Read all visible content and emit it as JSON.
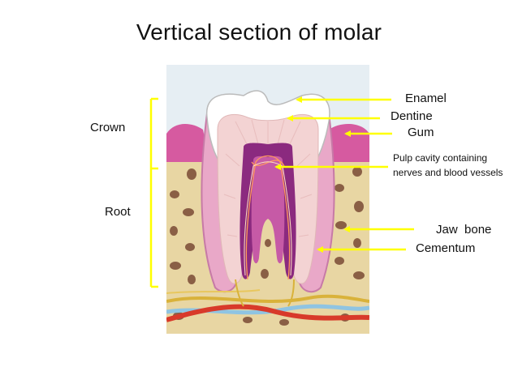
{
  "title": "Vertical section of molar",
  "labels": {
    "crown": "Crown",
    "root": "Root",
    "enamel": "Enamel",
    "dentine": "Dentine",
    "gum": "Gum",
    "pulp": "Pulp cavity containing nerves and blood vessels",
    "jaw_bone": "Jaw  bone",
    "cementum": "Cementum"
  },
  "colors": {
    "pointer": "#ffff00",
    "enamel": "#ffffff",
    "dentine": "#f3d3d3",
    "gum": "#d65aa0",
    "pulp": "#8b2a7f",
    "bone": "#e8d6a3",
    "bone_holes": "#8a5f45",
    "artery": "#d83a2a",
    "vein": "#8fc4e2",
    "nerve": "#d9b23a"
  }
}
